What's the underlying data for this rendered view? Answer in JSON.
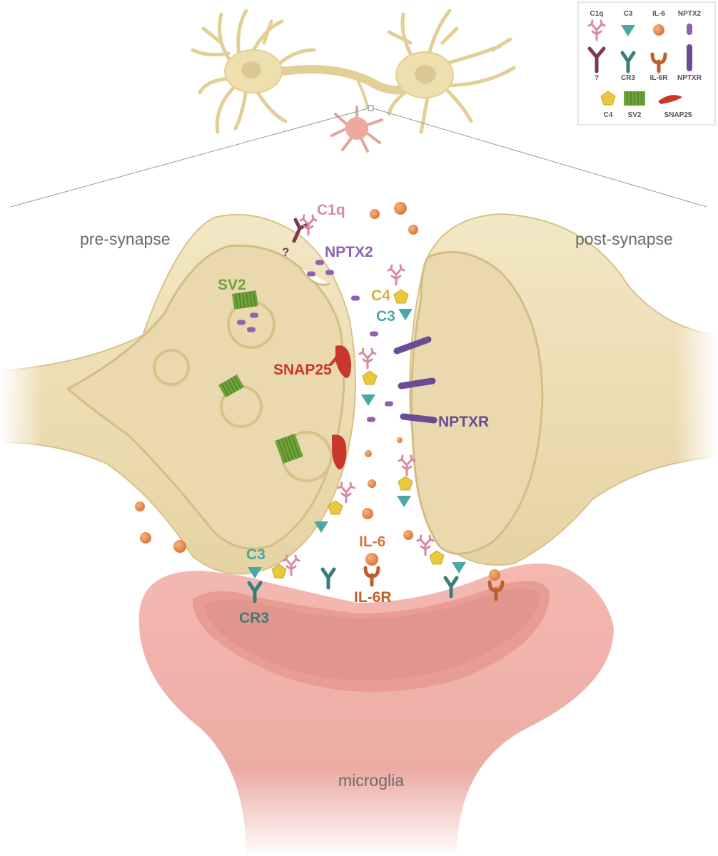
{
  "regions": {
    "pre_synapse": "pre-synapse",
    "post_synapse": "post-synapse",
    "microglia": "microglia"
  },
  "molecules": {
    "c1q": "C1q",
    "unknown": "?",
    "nptx2": "NPTX2",
    "sv2": "SV2",
    "c4": "C4",
    "c3_top": "C3",
    "snap25": "SNAP25",
    "nptxr": "NPTXR",
    "il6": "IL-6",
    "c3_bottom": "C3",
    "cr3": "CR3",
    "il6r": "IL-6R"
  },
  "legend": {
    "items": [
      {
        "label": "C1q",
        "icon": "c1q-icon"
      },
      {
        "label": "C3",
        "icon": "c3-icon"
      },
      {
        "label": "IL-6",
        "icon": "il6-icon"
      },
      {
        "label": "NPTX2",
        "icon": "nptx2-icon"
      },
      {
        "label": "?",
        "icon": "unknown-receptor-icon"
      },
      {
        "label": "CR3",
        "icon": "cr3-icon"
      },
      {
        "label": "IL-6R",
        "icon": "il6r-icon"
      },
      {
        "label": "NPTXR",
        "icon": "nptxr-icon"
      },
      {
        "label": "C4",
        "icon": "c4-icon"
      },
      {
        "label": "SV2",
        "icon": "sv2-icon"
      },
      {
        "label": "SNAP25",
        "icon": "snap25-icon"
      }
    ]
  },
  "colors": {
    "neuron": "#eedfae",
    "synapse_fill": "#ead9ae",
    "synapse_outline": "#d8c288",
    "microglia": "#eba7a0",
    "c1q": "#d98aa2",
    "c3": "#4aa7a6",
    "il6": "#e2874a",
    "nptx2": "#8e62ad",
    "nptxr": "#6b4b95",
    "c4": "#e7c93b",
    "sv2": "#6ea23a",
    "snap25": "#c8362c",
    "unknown": "#7a3c4c",
    "cr3": "#3a7e7a",
    "il6r": "#bf5e2a"
  }
}
